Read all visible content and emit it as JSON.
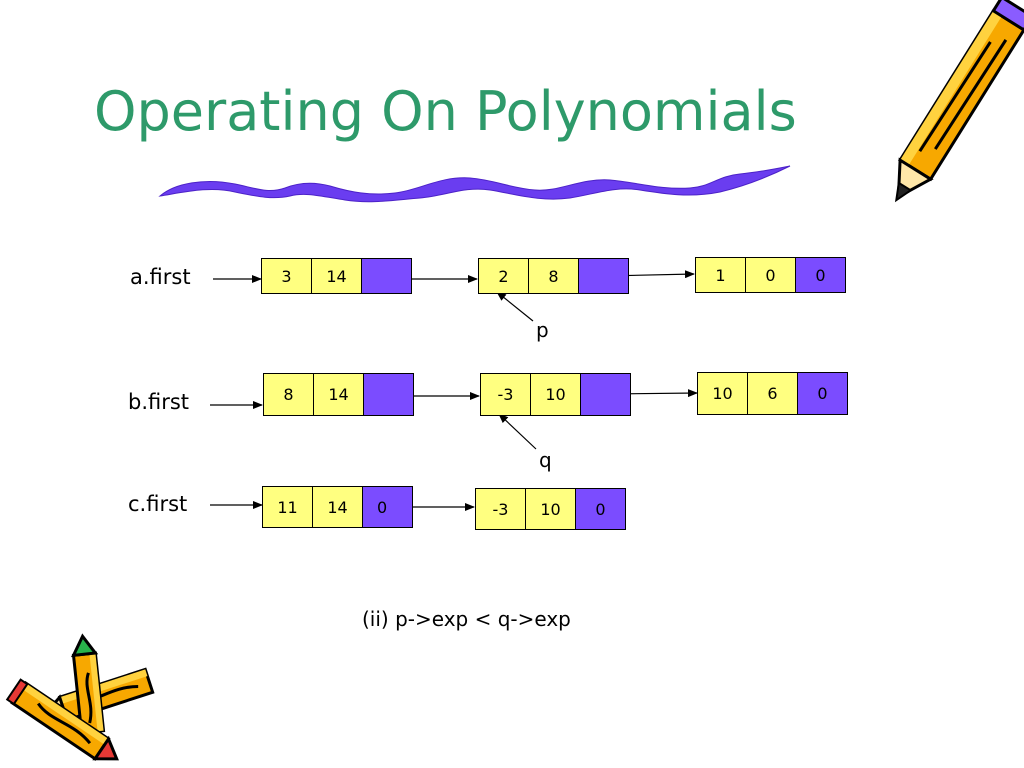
{
  "title": "Operating On Polynomials",
  "lists": {
    "a": {
      "label": "a.first",
      "nodes": [
        {
          "coef": "3",
          "exp": "14",
          "link": ""
        },
        {
          "coef": "2",
          "exp": "8",
          "link": ""
        },
        {
          "coef": "1",
          "exp": "0",
          "link": "0"
        }
      ]
    },
    "b": {
      "label": "b.first",
      "nodes": [
        {
          "coef": "8",
          "exp": "14",
          "link": ""
        },
        {
          "coef": "-3",
          "exp": "10",
          "link": ""
        },
        {
          "coef": "10",
          "exp": "6",
          "link": "0"
        }
      ]
    },
    "c": {
      "label": "c.first",
      "nodes": [
        {
          "coef": "11",
          "exp": "14",
          "link": "0"
        },
        {
          "coef": "-3",
          "exp": "10",
          "link": "0"
        }
      ]
    }
  },
  "pointers": {
    "p": "p",
    "q": "q"
  },
  "caption": "(ii) p->exp < q->exp",
  "colors": {
    "title": "#2e9a6a",
    "node_data": "#ffff80",
    "node_link": "#7b4cff",
    "squiggle": "#6a3df0"
  },
  "decorations": [
    "pencil-clipart-icon",
    "crayons-clipart-icon"
  ]
}
